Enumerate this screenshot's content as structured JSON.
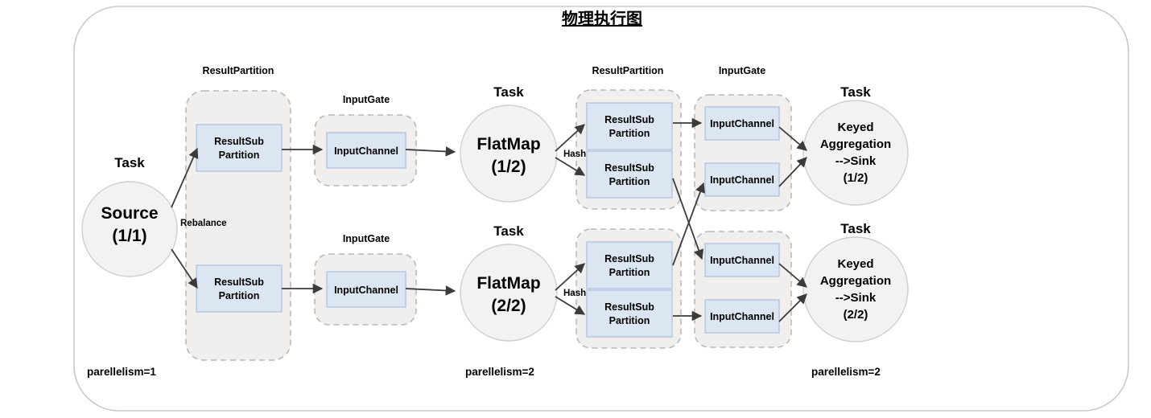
{
  "title": "物理执行图",
  "section_captions": {
    "result_partition_1": "ResultPartition",
    "input_gate_1_top": "InputGate",
    "input_gate_1_bottom": "InputGate",
    "result_partition_2": "ResultPartition",
    "input_gate_2": "InputGate"
  },
  "task_caption": "Task",
  "tasks": {
    "source": {
      "caption": "Task",
      "line1": "Source",
      "line2": "(1/1)"
    },
    "flatmap_1": {
      "caption": "Task",
      "line1": "FlatMap",
      "line2": "(1/2)"
    },
    "flatmap_2": {
      "caption": "Task",
      "line1": "FlatMap",
      "line2": "(2/2)"
    },
    "sink_1": {
      "caption": "Task",
      "line1": "Keyed",
      "line2": "Aggregation",
      "line3": "-->Sink",
      "line4": "(1/2)"
    },
    "sink_2": {
      "caption": "Task",
      "line1": "Keyed",
      "line2": "Aggregation",
      "line3": "-->Sink",
      "line4": "(2/2)"
    }
  },
  "boxes": {
    "result_sub_partition_l1": "ResultSub",
    "result_sub_partition_l2": "Partition",
    "input_channel": "InputChannel"
  },
  "edge_labels": {
    "rebalance": "Rebalance",
    "hash_top": "Hash",
    "hash_bottom": "Hash"
  },
  "footers": {
    "source_parallelism": "parellelism=1",
    "flatmap_parallelism": "parellelism=2",
    "sink_parallelism": "parellelism=2"
  },
  "colors": {
    "box_fill": "#dce6f2",
    "box_stroke": "#b4c6de",
    "group_fill": "#f0efee",
    "group_stroke": "#b9b9b9",
    "circle_fill": "#f2f2f2",
    "circle_stroke": "#cfcfcf",
    "edge": "#3b3b3b",
    "frame_stroke": "#c9c9c9"
  }
}
